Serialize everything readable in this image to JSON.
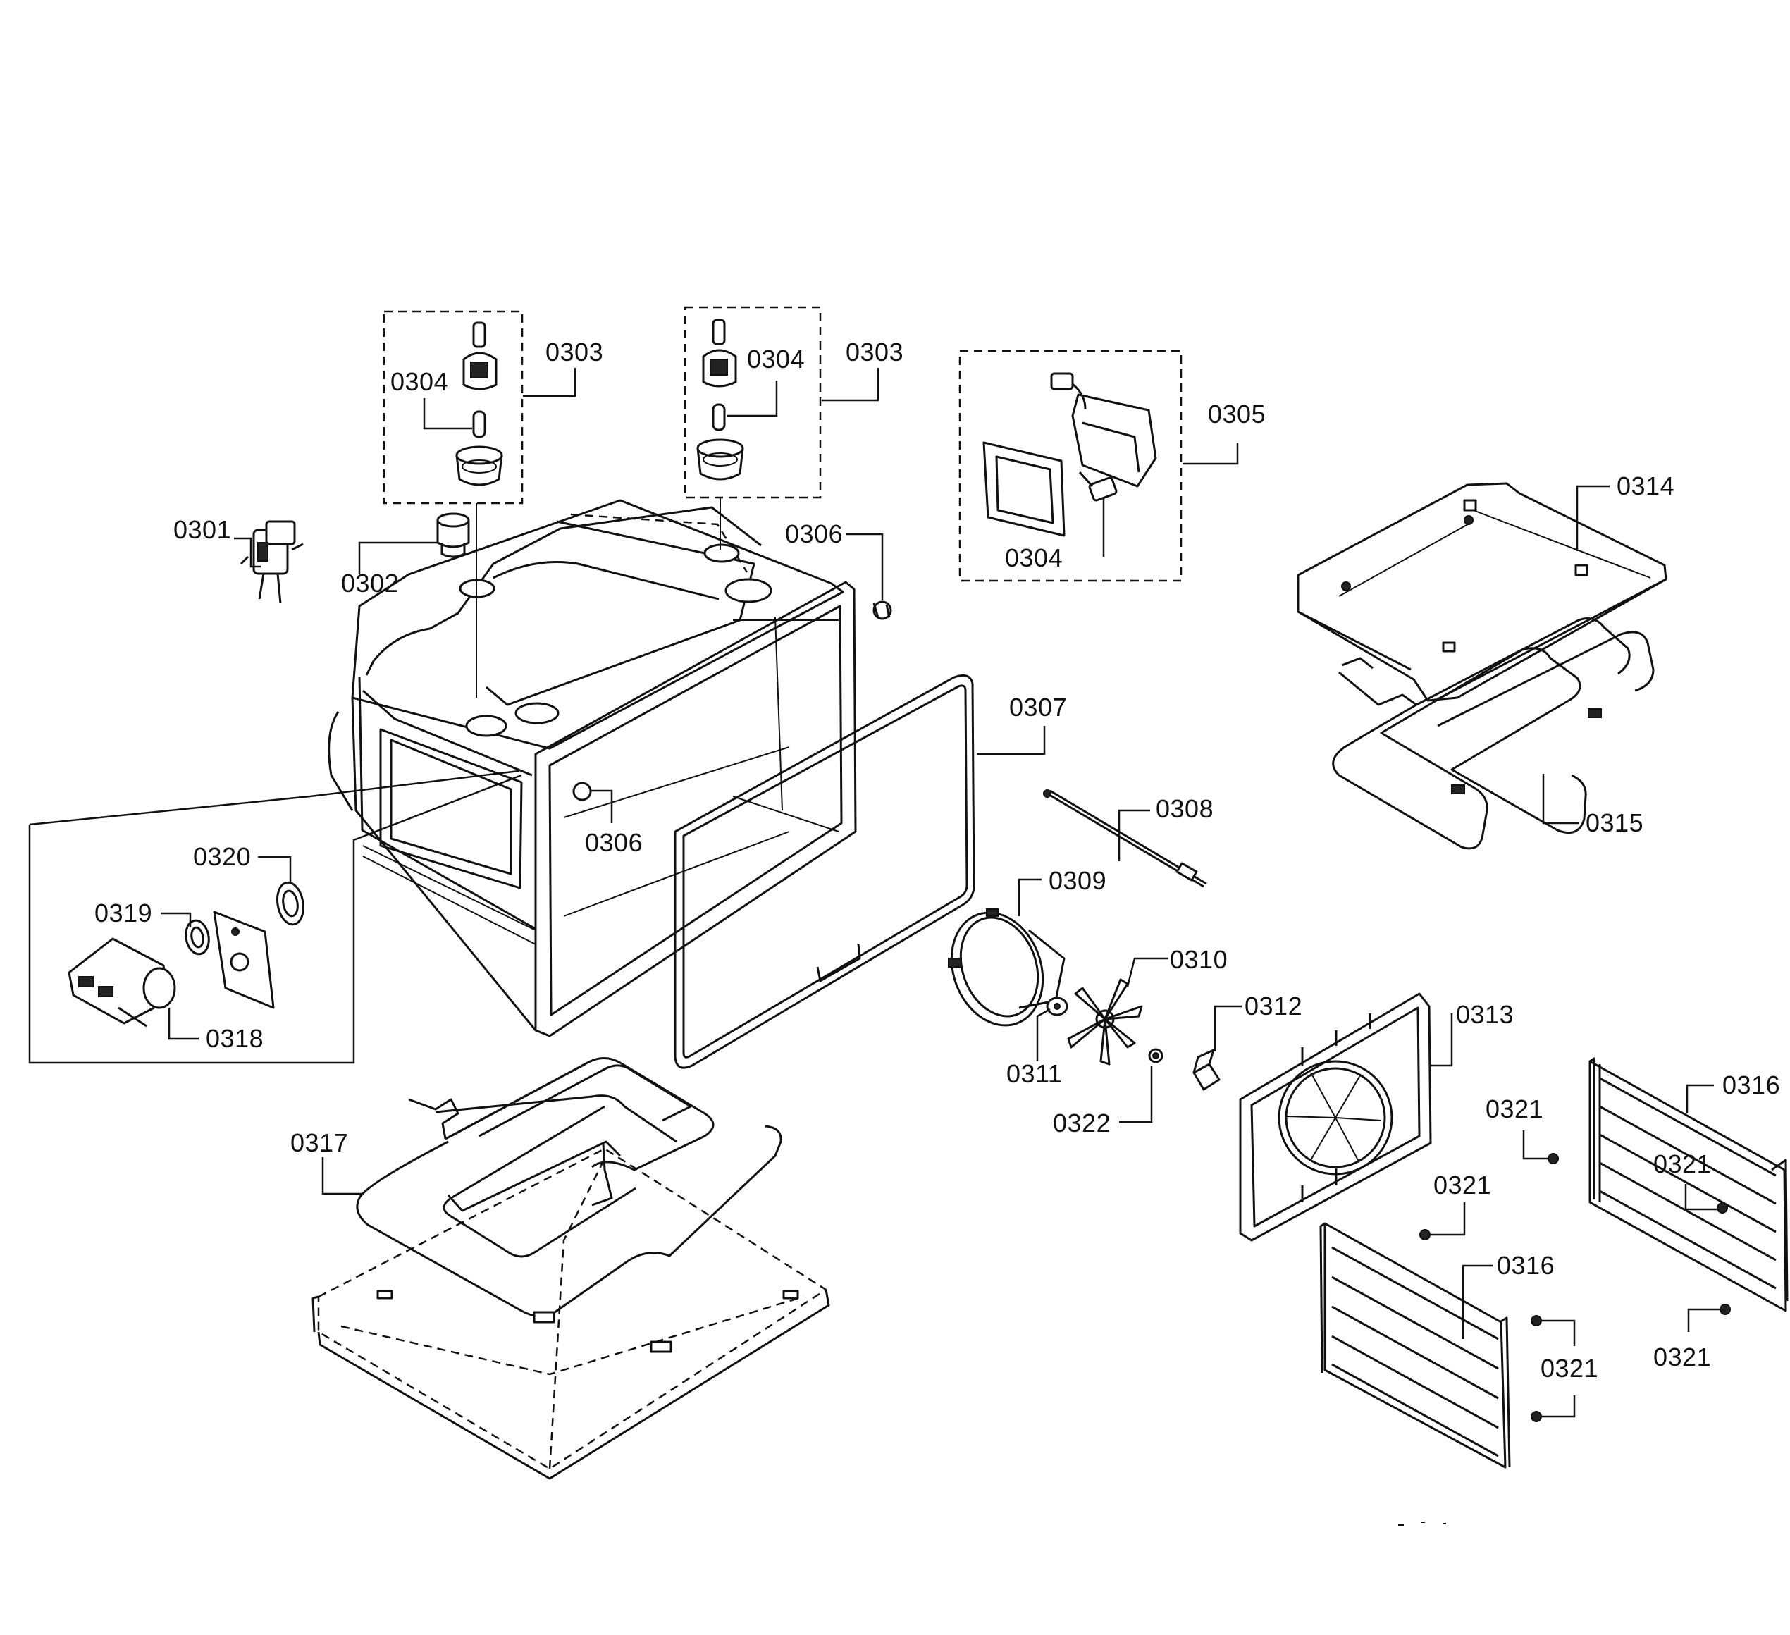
{
  "callouts": {
    "c0301": "0301",
    "c0302": "0302",
    "c0303a": "0303",
    "c0303b": "0303",
    "c0304a": "0304",
    "c0304b": "0304",
    "c0304c": "0304",
    "c0305": "0305",
    "c0306a": "0306",
    "c0306b": "0306",
    "c0307": "0307",
    "c0308": "0308",
    "c0309": "0309",
    "c0310": "0310",
    "c0311": "0311",
    "c0312": "0312",
    "c0313": "0313",
    "c0314": "0314",
    "c0315": "0315",
    "c0316a": "0316",
    "c0316b": "0316",
    "c0317": "0317",
    "c0318": "0318",
    "c0319": "0319",
    "c0320": "0320",
    "c0321a": "0321",
    "c0321b": "0321",
    "c0321c": "0321",
    "c0321d": "0321",
    "c0321e": "0321",
    "c0322": "0322"
  }
}
